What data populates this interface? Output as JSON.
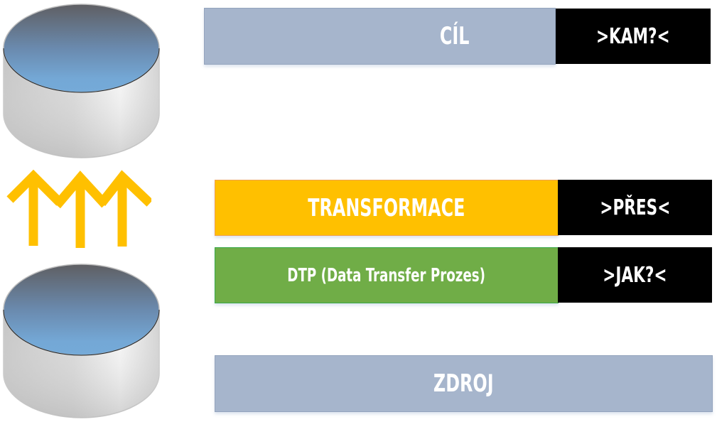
{
  "diagram": {
    "title_layers": {
      "target": {
        "label": "CÍL",
        "question": ">KAM?<",
        "color": "#A6B5CC"
      },
      "transformation": {
        "label": "TRANSFORMACE",
        "question": ">PŘES<",
        "color": "#FFC000"
      },
      "dtp": {
        "label": "DTP (Data Transfer Prozes)",
        "question": ">JAK?<",
        "color": "#70AD47"
      },
      "source": {
        "label": "ZDROJ",
        "color": "#A6B5CC"
      }
    },
    "question_box_color": "#000000",
    "arrow_color": "#FFC000",
    "icons": {
      "top_database": "database-cylinder-icon",
      "bottom_database": "database-cylinder-icon",
      "arrows": "triple-up-arrow-icon"
    }
  }
}
